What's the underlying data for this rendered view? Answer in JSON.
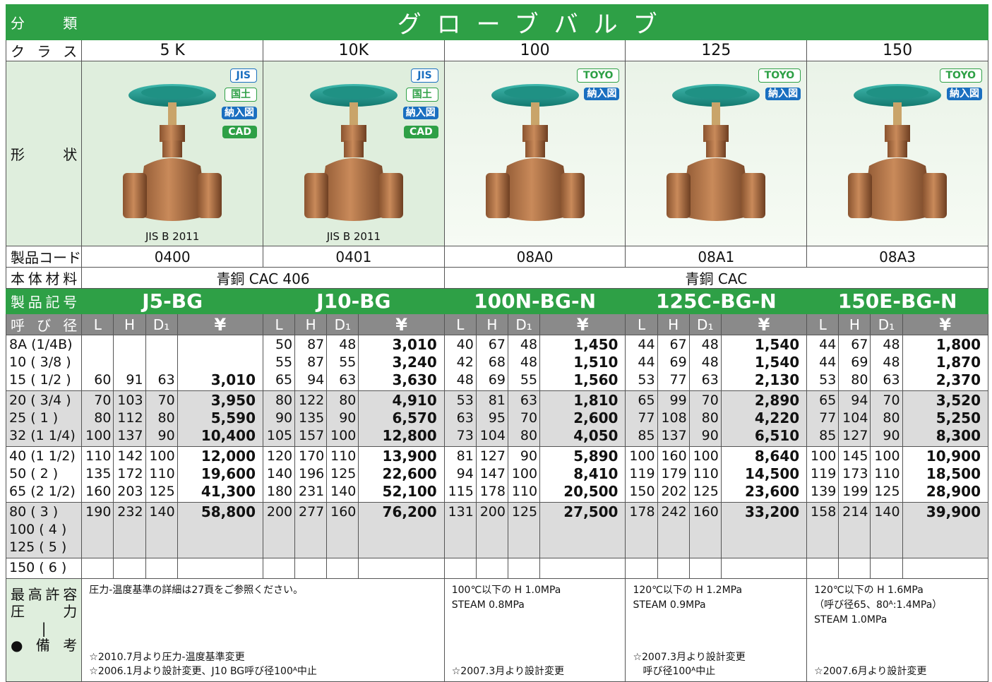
{
  "header": {
    "category_label": "分　類",
    "title": "グローブバルブ"
  },
  "labels": {
    "class": "クラス",
    "shape": "形状",
    "product_code": "製品コード",
    "material": "本体材料",
    "model": "製品記号",
    "size": "呼び径",
    "notes_top": "最高許容圧力",
    "notes_mid": "|",
    "notes_bottom": "●備考"
  },
  "classes": [
    "5 K",
    "10K",
    "100",
    "125",
    "150"
  ],
  "badges": [
    [
      "JIS",
      "国土",
      "納入図",
      "CAD"
    ],
    [
      "JIS",
      "国土",
      "納入図",
      "CAD"
    ],
    [
      "TOYO",
      "納入図"
    ],
    [
      "TOYO",
      "納入図"
    ],
    [
      "TOYO",
      "納入図"
    ]
  ],
  "standards": [
    "JIS B 2011",
    "JIS B 2011",
    "",
    "",
    ""
  ],
  "product_codes": [
    "0400",
    "0401",
    "08A0",
    "08A1",
    "08A3"
  ],
  "materials": [
    "青銅 CAC 406",
    "青銅 CAC"
  ],
  "models": [
    "J5-BG",
    "J10-BG",
    "100N-BG-N",
    "125C-BG-N",
    "150E-BG-N"
  ],
  "sub_headers": {
    "L": "L",
    "H": "H",
    "D": "D₁",
    "yen": "¥"
  },
  "size_groups": [
    {
      "sizes": [
        "8A (1/4B)",
        "10 ( 3/8 )",
        "15 ( 1/2 )"
      ],
      "shade": false
    },
    {
      "sizes": [
        "20 ( 3/4 )",
        "25 (  1  )",
        "32 (1 1/4)"
      ],
      "shade": true
    },
    {
      "sizes": [
        "40 (1 1/2)",
        "50 (  2  )",
        "65 (2 1/2)"
      ],
      "shade": false
    },
    {
      "sizes": [
        "80 (  3  )",
        "100 (  4  )",
        "125 (  5  )"
      ],
      "shade": true
    },
    {
      "sizes": [
        "150 (  6  )"
      ],
      "shade": false
    }
  ],
  "products": [
    {
      "groups": [
        [
          [
            "",
            "",
            "",
            ""
          ],
          [
            "",
            "",
            "",
            ""
          ],
          [
            "60",
            "91",
            "63",
            "3,010"
          ]
        ],
        [
          [
            "70",
            "103",
            "70",
            "3,950"
          ],
          [
            "80",
            "112",
            "80",
            "5,590"
          ],
          [
            "100",
            "137",
            "90",
            "10,400"
          ]
        ],
        [
          [
            "110",
            "142",
            "100",
            "12,000"
          ],
          [
            "135",
            "172",
            "110",
            "19,600"
          ],
          [
            "160",
            "203",
            "125",
            "41,300"
          ]
        ],
        [
          [
            "190",
            "232",
            "140",
            "58,800"
          ],
          [
            "",
            "",
            "",
            ""
          ],
          [
            "",
            "",
            "",
            ""
          ]
        ],
        [
          [
            "",
            "",
            "",
            ""
          ]
        ]
      ]
    },
    {
      "groups": [
        [
          [
            "50",
            "87",
            "48",
            "3,010"
          ],
          [
            "55",
            "87",
            "55",
            "3,240"
          ],
          [
            "65",
            "94",
            "63",
            "3,630"
          ]
        ],
        [
          [
            "80",
            "122",
            "80",
            "4,910"
          ],
          [
            "90",
            "135",
            "90",
            "6,570"
          ],
          [
            "105",
            "157",
            "100",
            "12,800"
          ]
        ],
        [
          [
            "120",
            "170",
            "110",
            "13,900"
          ],
          [
            "140",
            "196",
            "125",
            "22,600"
          ],
          [
            "180",
            "231",
            "140",
            "52,100"
          ]
        ],
        [
          [
            "200",
            "277",
            "160",
            "76,200"
          ],
          [
            "",
            "",
            "",
            ""
          ],
          [
            "",
            "",
            "",
            ""
          ]
        ],
        [
          [
            "",
            "",
            "",
            ""
          ]
        ]
      ]
    },
    {
      "groups": [
        [
          [
            "40",
            "67",
            "48",
            "1,450"
          ],
          [
            "42",
            "68",
            "48",
            "1,510"
          ],
          [
            "48",
            "69",
            "55",
            "1,560"
          ]
        ],
        [
          [
            "53",
            "81",
            "63",
            "1,810"
          ],
          [
            "63",
            "95",
            "70",
            "2,600"
          ],
          [
            "73",
            "104",
            "80",
            "4,050"
          ]
        ],
        [
          [
            "81",
            "127",
            "90",
            "5,890"
          ],
          [
            "94",
            "147",
            "100",
            "8,410"
          ],
          [
            "115",
            "178",
            "110",
            "20,500"
          ]
        ],
        [
          [
            "131",
            "200",
            "125",
            "27,500"
          ],
          [
            "",
            "",
            "",
            ""
          ],
          [
            "",
            "",
            "",
            ""
          ]
        ],
        [
          [
            "",
            "",
            "",
            ""
          ]
        ]
      ]
    },
    {
      "groups": [
        [
          [
            "44",
            "67",
            "48",
            "1,540"
          ],
          [
            "44",
            "69",
            "48",
            "1,540"
          ],
          [
            "53",
            "77",
            "63",
            "2,130"
          ]
        ],
        [
          [
            "65",
            "99",
            "70",
            "2,890"
          ],
          [
            "77",
            "108",
            "80",
            "4,220"
          ],
          [
            "85",
            "137",
            "90",
            "6,510"
          ]
        ],
        [
          [
            "100",
            "160",
            "100",
            "8,640"
          ],
          [
            "119",
            "179",
            "110",
            "14,500"
          ],
          [
            "150",
            "202",
            "125",
            "23,600"
          ]
        ],
        [
          [
            "178",
            "242",
            "160",
            "33,200"
          ],
          [
            "",
            "",
            "",
            ""
          ],
          [
            "",
            "",
            "",
            ""
          ]
        ],
        [
          [
            "",
            "",
            "",
            ""
          ]
        ]
      ]
    },
    {
      "groups": [
        [
          [
            "44",
            "67",
            "48",
            "1,800"
          ],
          [
            "44",
            "69",
            "48",
            "1,870"
          ],
          [
            "53",
            "80",
            "63",
            "2,370"
          ]
        ],
        [
          [
            "65",
            "94",
            "70",
            "3,520"
          ],
          [
            "77",
            "104",
            "80",
            "5,250"
          ],
          [
            "85",
            "127",
            "90",
            "8,300"
          ]
        ],
        [
          [
            "100",
            "145",
            "100",
            "10,900"
          ],
          [
            "119",
            "173",
            "110",
            "18,500"
          ],
          [
            "139",
            "199",
            "125",
            "28,900"
          ]
        ],
        [
          [
            "158",
            "214",
            "140",
            "39,900"
          ],
          [
            "",
            "",
            "",
            ""
          ],
          [
            "",
            "",
            "",
            ""
          ]
        ],
        [
          [
            "",
            "",
            "",
            ""
          ]
        ]
      ]
    }
  ],
  "notes": {
    "col12_top": "圧力-温度基準の詳細は27頁をご参照ください。",
    "col12_bottom": [
      "☆2010.7月より圧力-温度基準変更",
      "☆2006.1月より設計変更、J10 BG呼び径100ᴬ中止"
    ],
    "col3_lines": [
      "100℃以下の H 1.0MPa",
      "STEAM 0.8MPa"
    ],
    "col3_bottom": [
      "☆2007.3月より設計変更"
    ],
    "col4_lines": [
      "120℃以下の H 1.2MPa",
      "STEAM 0.9MPa"
    ],
    "col4_bottom": [
      "☆2007.3月より設計変更",
      "　呼び径100ᴬ中止"
    ],
    "col5_lines": [
      "120℃以下の H 1.6MPa",
      "（呼び径65、80ᴬ:1.4MPa）",
      "STEAM 1.0MPa"
    ],
    "col5_bottom": [
      "☆2007.6月より設計変更"
    ]
  },
  "colors": {
    "green": "#2ea046",
    "gray": "#8a8a8a",
    "shade": "#dcdcdc",
    "blue": "#1a6fc0"
  }
}
